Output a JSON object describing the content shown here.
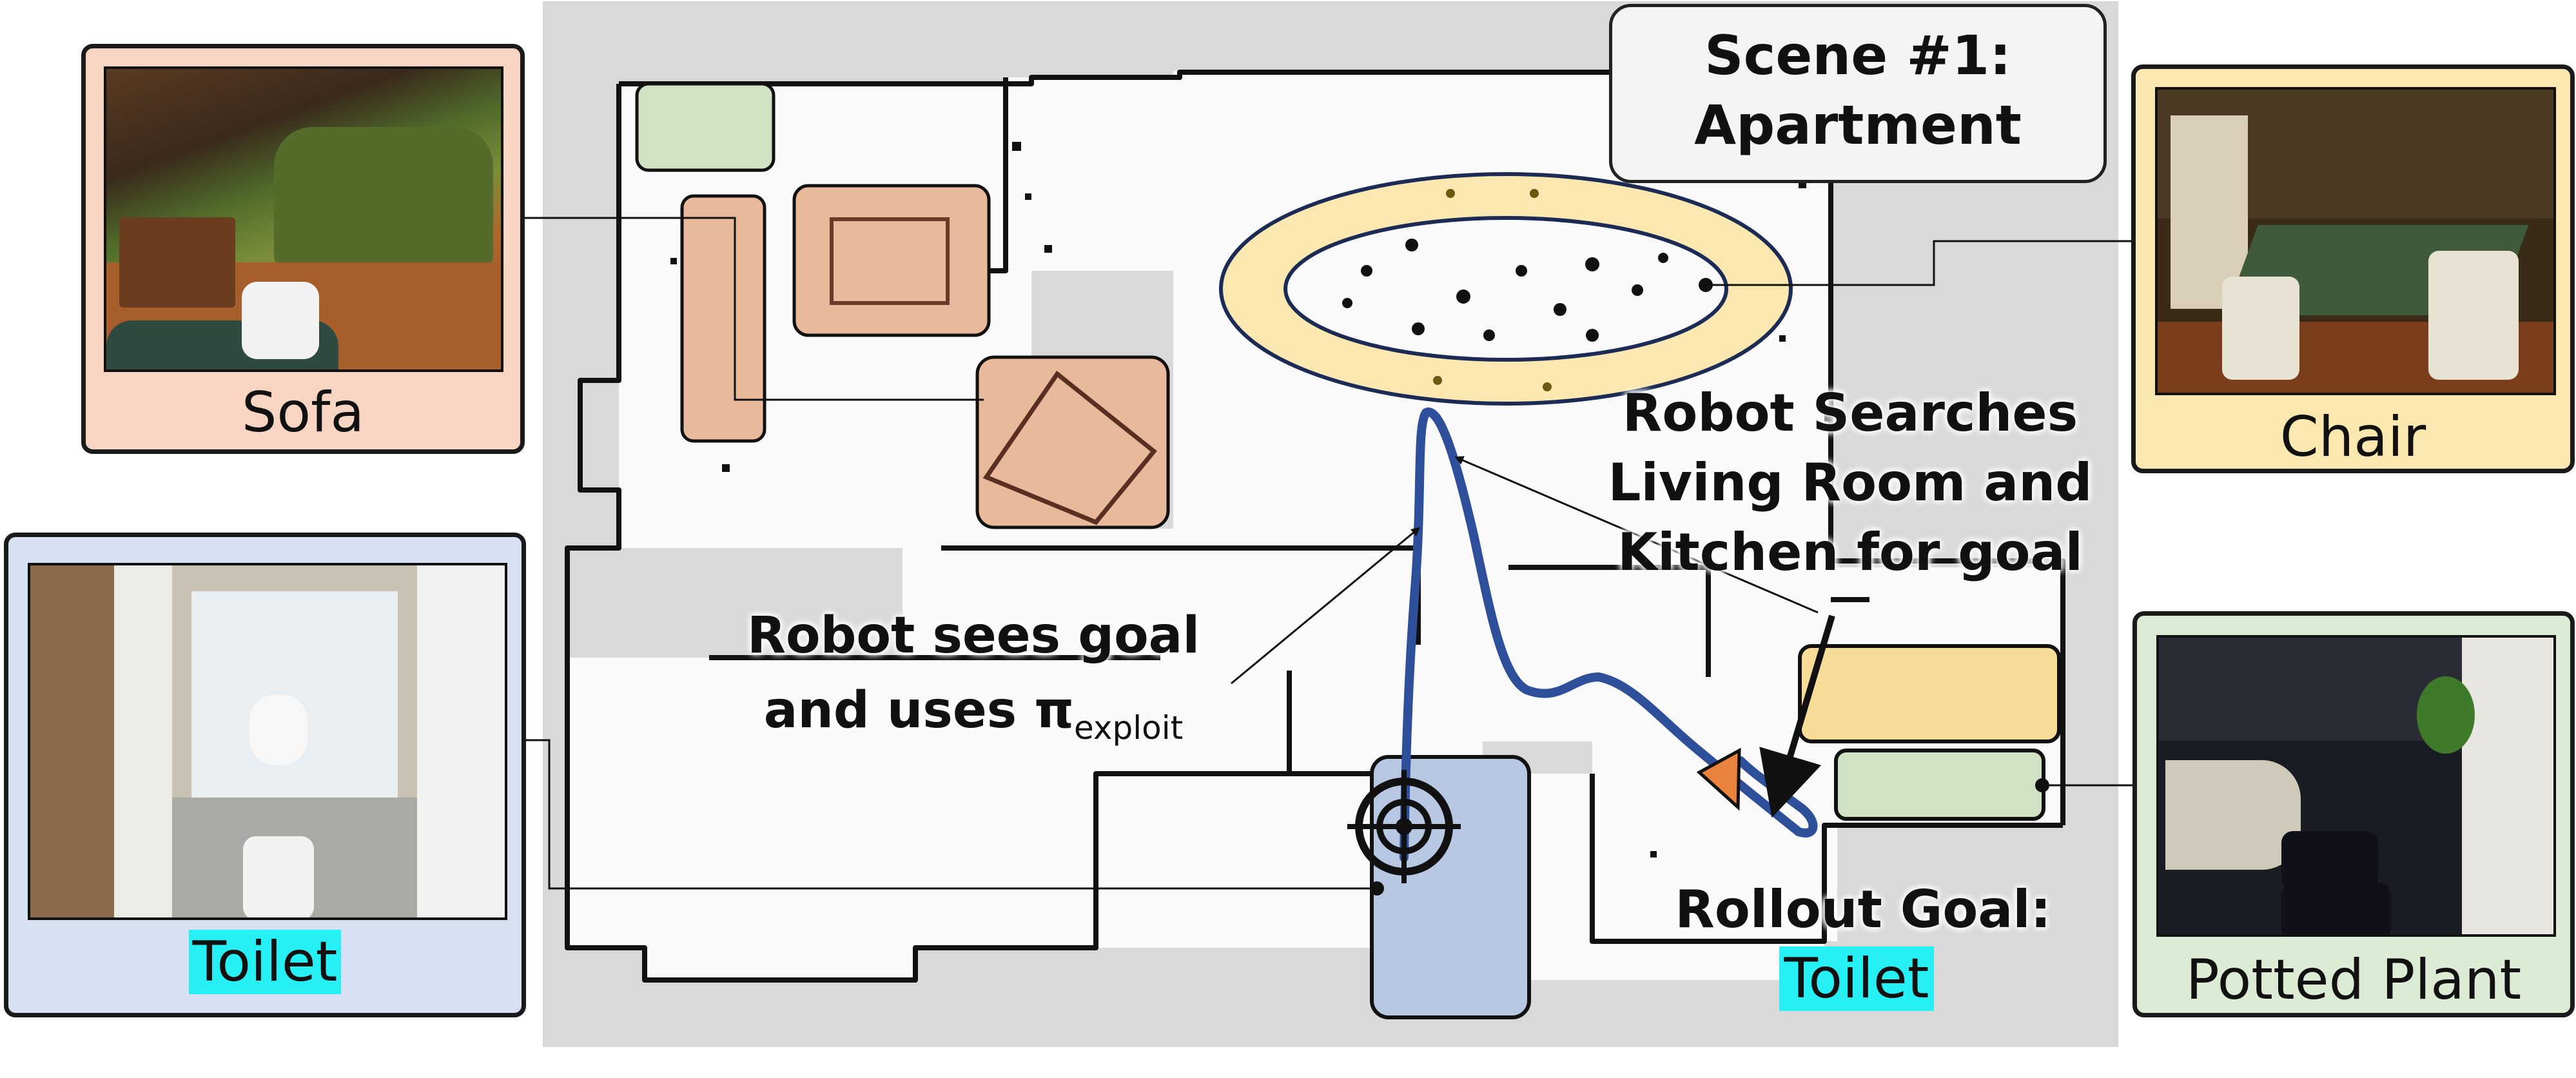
{
  "scene": {
    "title_line1": "Scene #1:",
    "title_line2": "Apartment"
  },
  "annotations": {
    "search_line1": "Robot Searches",
    "search_line2": "Living Room and",
    "search_line3": "Kitchen for goal",
    "sees_line1": "Robot sees goal",
    "sees_line2_prefix": "and uses ",
    "sees_pi": "π",
    "sees_subscript": "exploit",
    "rollout_label": "Rollout Goal:",
    "rollout_goal": "Toilet"
  },
  "panels": {
    "sofa": {
      "caption": "Sofa",
      "color": "#f8d5c2"
    },
    "toilet": {
      "caption": "Toilet",
      "color": "#d7e1f3",
      "highlight": "#27f0f5"
    },
    "chair": {
      "caption": "Chair",
      "color": "#fbe7b0"
    },
    "potted_plant": {
      "caption": "Potted Plant",
      "color": "#dcebd4"
    }
  },
  "colors": {
    "map_background": "#d9d9d9",
    "free_space": "#fafafa",
    "wall": "#111111",
    "path": "#2e4f99",
    "robot_marker": "#e8823c",
    "sofa_region": "#e8b99a",
    "chair_region": "#f6dc96",
    "plant_region": "#cfe3c4",
    "toilet_region": "#b8c8e2"
  }
}
